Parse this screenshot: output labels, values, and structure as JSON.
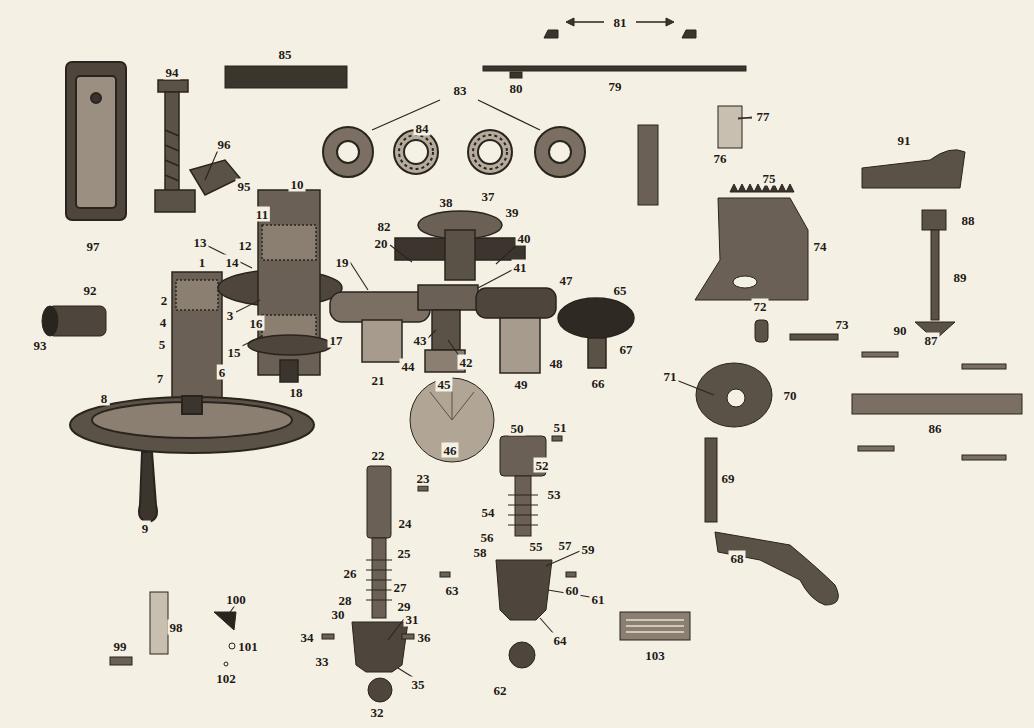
{
  "diagram": {
    "labels": [
      "81",
      "85",
      "94",
      "79",
      "80",
      "83",
      "77",
      "76",
      "84",
      "96",
      "95",
      "97",
      "10",
      "37",
      "38",
      "39",
      "75",
      "91",
      "88",
      "11",
      "12",
      "13",
      "82",
      "20",
      "40",
      "74",
      "14",
      "19",
      "41",
      "47",
      "65",
      "1",
      "89",
      "2",
      "3",
      "92",
      "16",
      "4",
      "5",
      "15",
      "17",
      "43",
      "42",
      "48",
      "67",
      "90",
      "72",
      "73",
      "87",
      "93",
      "6",
      "7",
      "18",
      "44",
      "45",
      "21",
      "49",
      "66",
      "71",
      "70",
      "86",
      "8",
      "46",
      "50",
      "51",
      "52",
      "22",
      "53",
      "23",
      "54",
      "55",
      "24",
      "69",
      "56",
      "57",
      "58",
      "59",
      "25",
      "9",
      "63",
      "60",
      "26",
      "27",
      "61",
      "68",
      "28",
      "29",
      "30",
      "31",
      "100",
      "98",
      "99",
      "101",
      "102",
      "34",
      "36",
      "33",
      "64",
      "103",
      "35",
      "62",
      "32"
    ]
  }
}
